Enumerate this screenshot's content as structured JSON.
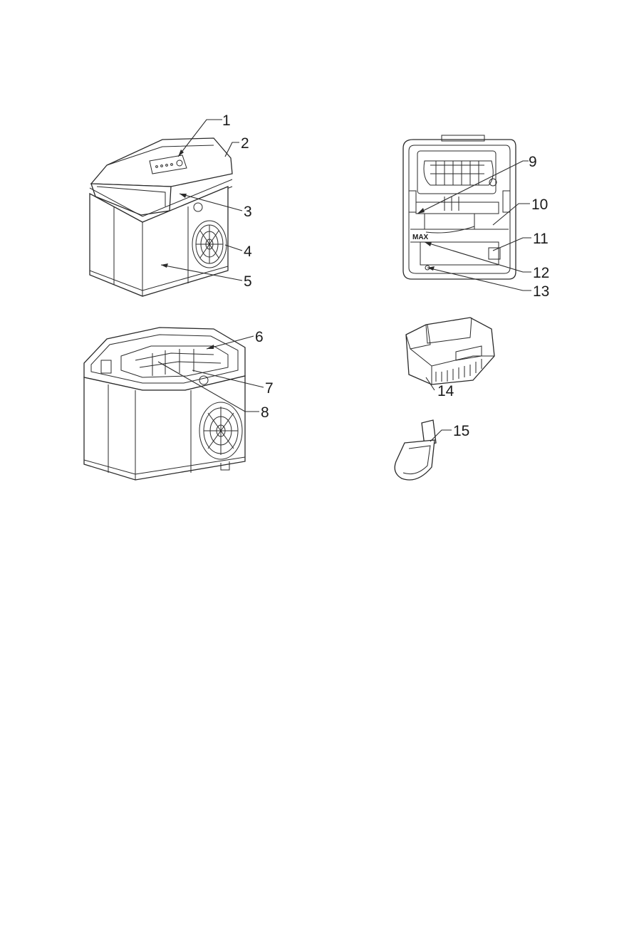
{
  "figure": {
    "max_label": "MAX",
    "callouts": [
      "1",
      "2",
      "3",
      "4",
      "5",
      "6",
      "7",
      "8",
      "9",
      "10",
      "11",
      "12",
      "13",
      "14",
      "15"
    ]
  },
  "parts": {
    "icons": {
      "ice_maker_front": "ice-maker-front-view-icon",
      "ice_maker_open": "ice-maker-open-lid-icon",
      "ice_maker_interior": "ice-maker-interior-view-icon",
      "ice_basket": "ice-basket-icon",
      "ice_scoop": "ice-scoop-icon"
    },
    "line_color": "#2a2a2a"
  }
}
